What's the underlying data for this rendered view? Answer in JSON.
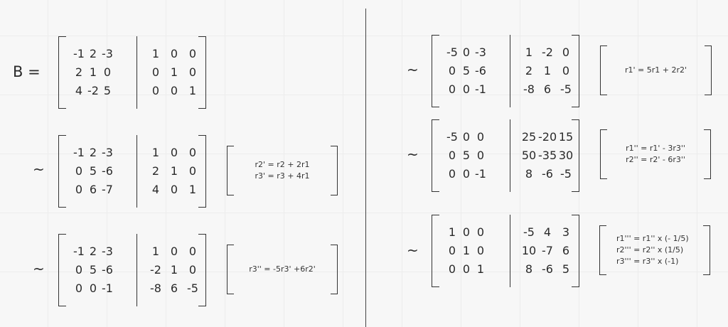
{
  "label_B": "B =",
  "tilde": "~",
  "matrices": [
    {
      "id": "m1",
      "left": [
        [
          "-1",
          "2",
          "-3"
        ],
        [
          "2",
          "1",
          "0"
        ],
        [
          "4",
          "-2",
          "5"
        ]
      ],
      "right": [
        [
          "1",
          "0",
          "0"
        ],
        [
          "0",
          "1",
          "0"
        ],
        [
          "0",
          "0",
          "1"
        ]
      ]
    },
    {
      "id": "m2",
      "left": [
        [
          "-1",
          "2",
          "-3"
        ],
        [
          "0",
          "5",
          "-6"
        ],
        [
          "0",
          "6",
          "-7"
        ]
      ],
      "right": [
        [
          "1",
          "0",
          "0"
        ],
        [
          "2",
          "1",
          "0"
        ],
        [
          "4",
          "0",
          "1"
        ]
      ]
    },
    {
      "id": "m3",
      "left": [
        [
          "-1",
          "2",
          "-3"
        ],
        [
          "0",
          "5",
          "-6"
        ],
        [
          "0",
          "0",
          "-1"
        ]
      ],
      "right": [
        [
          "1",
          "0",
          "0"
        ],
        [
          "-2",
          "1",
          "0"
        ],
        [
          "-8",
          "6",
          "-5"
        ]
      ]
    },
    {
      "id": "m4",
      "left": [
        [
          "-5",
          "0",
          "-3"
        ],
        [
          "0",
          "5",
          "-6"
        ],
        [
          "0",
          "0",
          "-1"
        ]
      ],
      "right": [
        [
          "1",
          "-2",
          "0"
        ],
        [
          "2",
          "1",
          "0"
        ],
        [
          "-8",
          "6",
          "-5"
        ]
      ]
    },
    {
      "id": "m5",
      "left": [
        [
          "-5",
          "0",
          "0"
        ],
        [
          "0",
          "5",
          "0"
        ],
        [
          "0",
          "0",
          "-1"
        ]
      ],
      "right": [
        [
          "25",
          "-20",
          "15"
        ],
        [
          "50",
          "-35",
          "30"
        ],
        [
          "8",
          "-6",
          "-5"
        ]
      ]
    },
    {
      "id": "m6",
      "left": [
        [
          "1",
          "0",
          "0"
        ],
        [
          "0",
          "1",
          "0"
        ],
        [
          "0",
          "0",
          "1"
        ]
      ],
      "right": [
        [
          "-5",
          "4",
          "3"
        ],
        [
          "10",
          "-7",
          "6"
        ],
        [
          "8",
          "-6",
          "5"
        ]
      ]
    }
  ],
  "notes": [
    {
      "id": "n1",
      "lines": [
        "r2' = r2 + 2r1",
        "r3' = r3 + 4r1"
      ]
    },
    {
      "id": "n2",
      "lines": [
        "r3'' = -5r3' +6r2'"
      ]
    },
    {
      "id": "n3",
      "lines": [
        "r1' = 5r1 + 2r2'"
      ]
    },
    {
      "id": "n4",
      "lines": [
        "r1'' = r1' - 3r3''",
        "r2'' = r2' - 6r3''"
      ]
    },
    {
      "id": "n5",
      "lines": [
        "r1''' = r1'' x (- 1/5)",
        "r2''' = r2'' x (1/5)",
        "r3''' = r3'' x  (-1)"
      ]
    }
  ]
}
